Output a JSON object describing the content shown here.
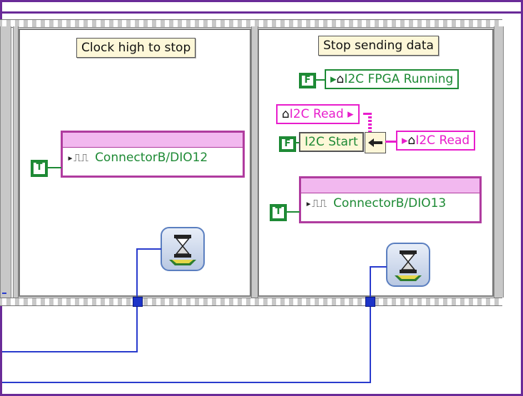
{
  "frames": {
    "left": {
      "label": "Clock high to stop",
      "io_node": {
        "channel": "ConnectorB/DIO12"
      },
      "constant": {
        "value": "T"
      }
    },
    "right": {
      "label": "Stop sending data",
      "constant_f1": {
        "value": "F"
      },
      "fpga_running_indicator": {
        "label": "I2C FPGA Running"
      },
      "i2c_read_local": {
        "label": "I2C Read"
      },
      "constant_f2": {
        "value": "F"
      },
      "i2c_start": {
        "label": "I2C Start"
      },
      "i2c_read_out": {
        "label": "I2C Read"
      },
      "io_node": {
        "channel": "ConnectorB/DIO13"
      },
      "constant_t": {
        "value": "T"
      }
    }
  },
  "colors": {
    "boolean_wire": "#1e8a35",
    "refnum_wire": "#2a3ccd",
    "cluster_wire": "#e81ecc",
    "io_node_border": "#b03c9f",
    "outer_border": "#6a2b98"
  },
  "icons": {
    "wait": "hourglass-icon",
    "io_channel": "waveform-icon",
    "local_variable": "house-icon"
  }
}
